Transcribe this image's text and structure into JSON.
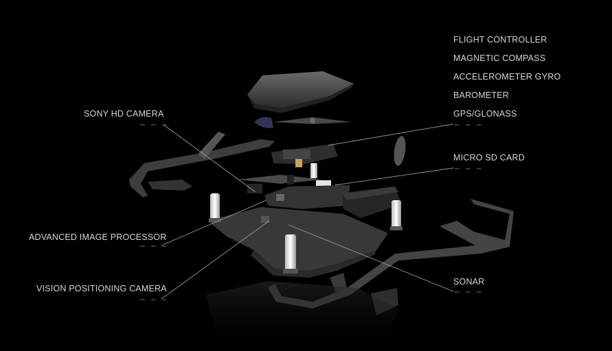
{
  "labels": {
    "flight_controller": "FLIGHT CONTROLLER",
    "magnetic_compass": "MAGNETIC COMPASS",
    "accelerometer_gyro": "ACCELEROMETER GYRO",
    "barometer": "BAROMETER",
    "gps_glonass": "GPS/GLONASS",
    "micro_sd_card": "MICRO SD CARD",
    "sony_hd_camera": "SONY HD CAMERA",
    "advanced_image_processor": "ADVANCED IMAGE PROCESSOR",
    "vision_positioning_camera": "VISION POSITIONING CAMERA",
    "sonar": "SONAR"
  },
  "colors": {
    "background": "#000000",
    "label_text": "#d6d6d6",
    "leader_line": "#9a9a9a",
    "frame": "#3c3c3c",
    "frame_highlight": "#5a5a5a",
    "motor": "#f2f2f2"
  }
}
